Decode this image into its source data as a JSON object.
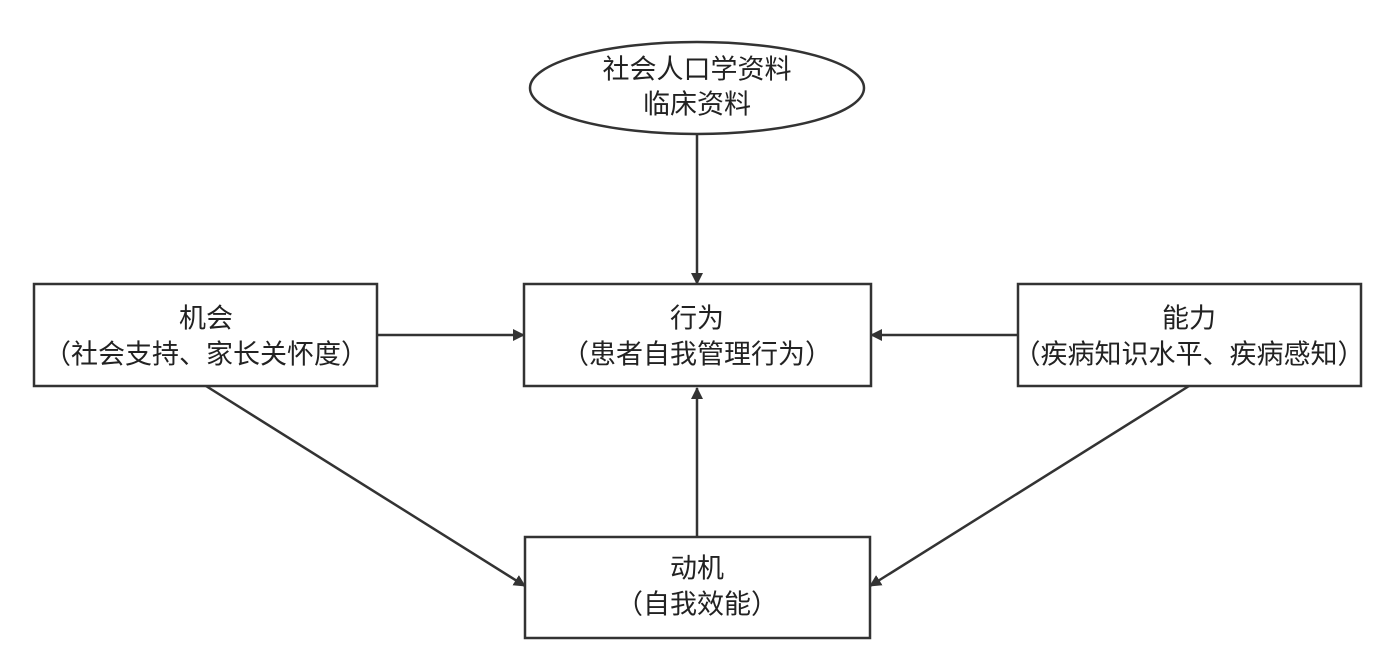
{
  "nodes": {
    "demographics": {
      "line1": "社会人口学资料",
      "line2": "临床资料"
    },
    "behavior": {
      "line1": "行为",
      "line2": "（患者自我管理行为）"
    },
    "opportunity": {
      "line1": "机会",
      "line2": "（社会支持、家长关怀度）"
    },
    "capability": {
      "line1": "能力",
      "line2": "（疾病知识水平、疾病感知）"
    },
    "motivation": {
      "line1": "动机",
      "line2": "（自我效能）"
    }
  },
  "edges": [
    {
      "from": "demographics",
      "to": "behavior"
    },
    {
      "from": "opportunity",
      "to": "behavior"
    },
    {
      "from": "capability",
      "to": "behavior"
    },
    {
      "from": "motivation",
      "to": "behavior"
    },
    {
      "from": "opportunity",
      "to": "motivation"
    },
    {
      "from": "capability",
      "to": "motivation"
    }
  ],
  "colors": {
    "stroke": "#333333",
    "text": "#222222",
    "background": "#ffffff"
  }
}
